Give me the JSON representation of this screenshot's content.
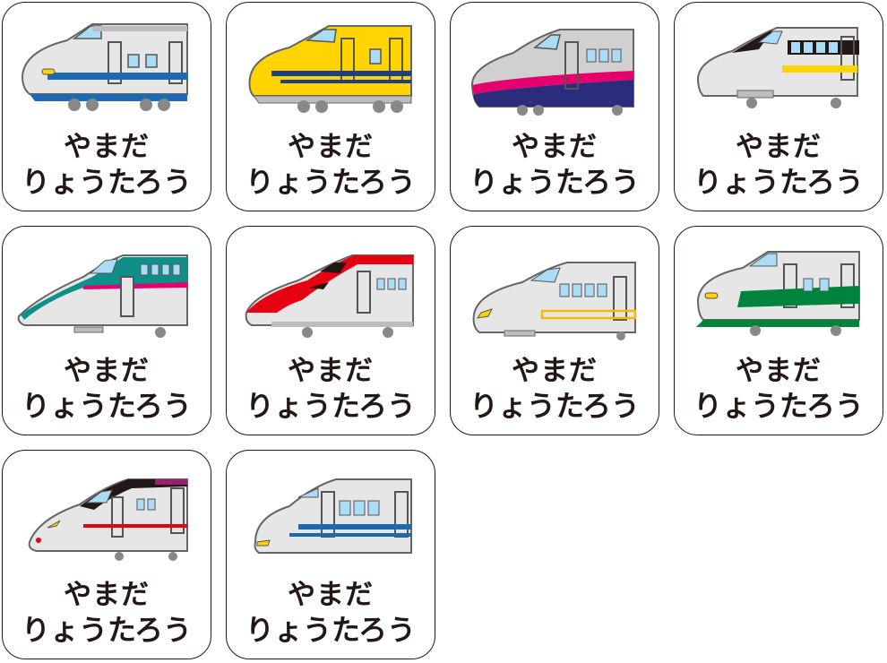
{
  "labels": [
    {
      "line1": "やまだ",
      "line2": "りょうたろう",
      "train": "shinkansen-0-series-icon"
    },
    {
      "line1": "やまだ",
      "line2": "りょうたろう",
      "train": "doctor-yellow-icon"
    },
    {
      "line1": "やまだ",
      "line2": "りょうたろう",
      "train": "e4-series-max-icon"
    },
    {
      "line1": "やまだ",
      "line2": "りょうたろう",
      "train": "n700-series-icon"
    },
    {
      "line1": "やまだ",
      "line2": "りょうたろう",
      "train": "e5-hayabusa-icon"
    },
    {
      "line1": "やまだ",
      "line2": "りょうたろう",
      "train": "e6-komachi-icon"
    },
    {
      "line1": "やまだ",
      "line2": "りょうたろう",
      "train": "e7-series-icon"
    },
    {
      "line1": "やまだ",
      "line2": "りょうたろう",
      "train": "200-series-icon"
    },
    {
      "line1": "やまだ",
      "line2": "りょうたろう",
      "train": "e3-tsubasa-icon"
    },
    {
      "line1": "やまだ",
      "line2": "りょうたろう",
      "train": "100-series-icon"
    }
  ],
  "colors": {
    "outline": "#231815",
    "body_white": "#e6e6e6",
    "blue": "#1d6ab4",
    "yellow": "#ffd400",
    "navy": "#2b2c7e",
    "pink": "#e6006e",
    "teal": "#0e8f8a",
    "red": "#e60012",
    "green": "#00843d",
    "window": "#aadcf5"
  }
}
